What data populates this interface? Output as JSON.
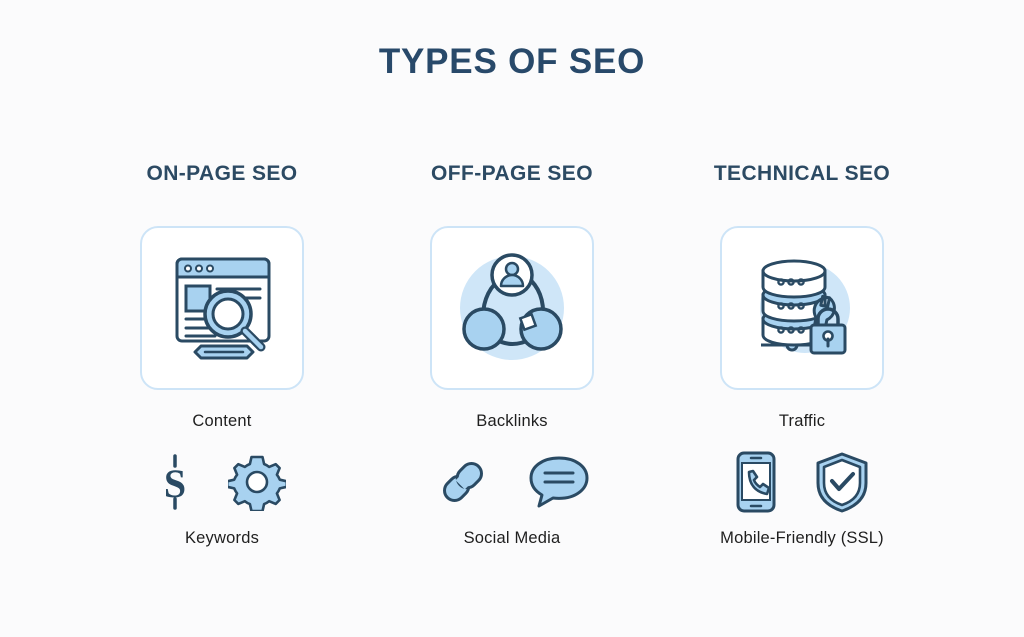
{
  "page": {
    "title": "TYPES OF SEO",
    "background_color": "#fbfbfc",
    "title_color": "#28496a",
    "heading_color": "#2c4a63",
    "label_color": "#1f1f1f",
    "card_border_color": "#cde4f7",
    "icon_line_color": "#2a4a63",
    "icon_fill_color": "#a8d2f0",
    "icon_bg_circle_color": "#cfe6f8"
  },
  "columns": [
    {
      "heading": "ON-PAGE SEO",
      "card_icon": "web-page-search-icon",
      "card_label": "Content",
      "mini_icons": [
        "dollar-s-icon",
        "gear-icon"
      ],
      "mini_label": "Keywords"
    },
    {
      "heading": "OFF-PAGE SEO",
      "card_icon": "backlink-network-icon",
      "card_label": "Backlinks",
      "mini_icons": [
        "chain-link-icon",
        "speech-bubble-icon"
      ],
      "mini_label": "Social Media"
    },
    {
      "heading": "TECHNICAL SEO",
      "card_icon": "database-wrench-lock-icon",
      "card_label": "Traffic",
      "mini_icons": [
        "mobile-phone-icon",
        "shield-check-icon"
      ],
      "mini_label": "Mobile-Friendly (SSL)"
    }
  ]
}
